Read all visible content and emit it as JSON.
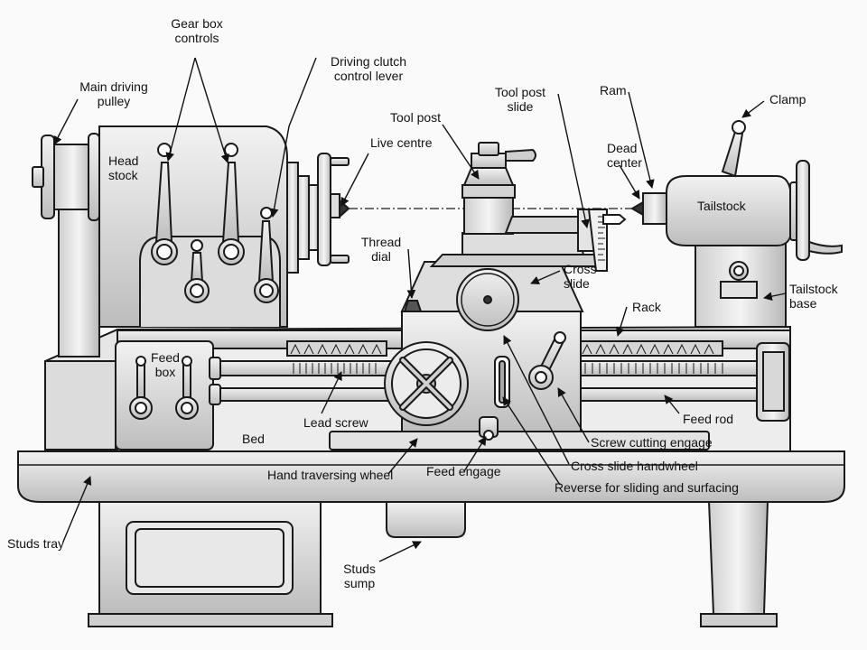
{
  "labels": {
    "gear_box_controls": "Gear box\ncontrols",
    "driving_clutch": "Driving clutch\ncontrol lever",
    "main_driving_pulley": "Main driving\npulley",
    "head_stock": "Head\nstock",
    "live_centre": "Live centre",
    "tool_post": "Tool post",
    "tool_post_slide": "Tool post\nslide",
    "ram": "Ram",
    "clamp": "Clamp",
    "dead_center": "Dead\ncenter",
    "tailstock": "Tailstock",
    "thread_dial": "Thread\ndial",
    "cross_slide": "Cross\nslide",
    "rack": "Rack",
    "tailstock_base": "Tailstock\nbase",
    "feed_box": "Feed\nbox",
    "lead_screw": "Lead screw",
    "feed_rod": "Feed rod",
    "bed": "Bed",
    "screw_cutting_engage": "Screw cutting engage",
    "hand_traversing_wheel": "Hand traversing wheel",
    "feed_engage": "Feed engage",
    "cross_slide_handwheel": "Cross slide handwheel",
    "reverse_sliding": "Reverse for sliding and surfacing",
    "studs_tray": "Studs tray",
    "studs_sump": "Studs\nsump"
  },
  "colors": {
    "ink": "#1a1a1a",
    "metal_light": "#e4e4e4",
    "metal_mid": "#c8c8c8",
    "metal_dark": "#9a9a9a",
    "paper": "#fafafa"
  }
}
